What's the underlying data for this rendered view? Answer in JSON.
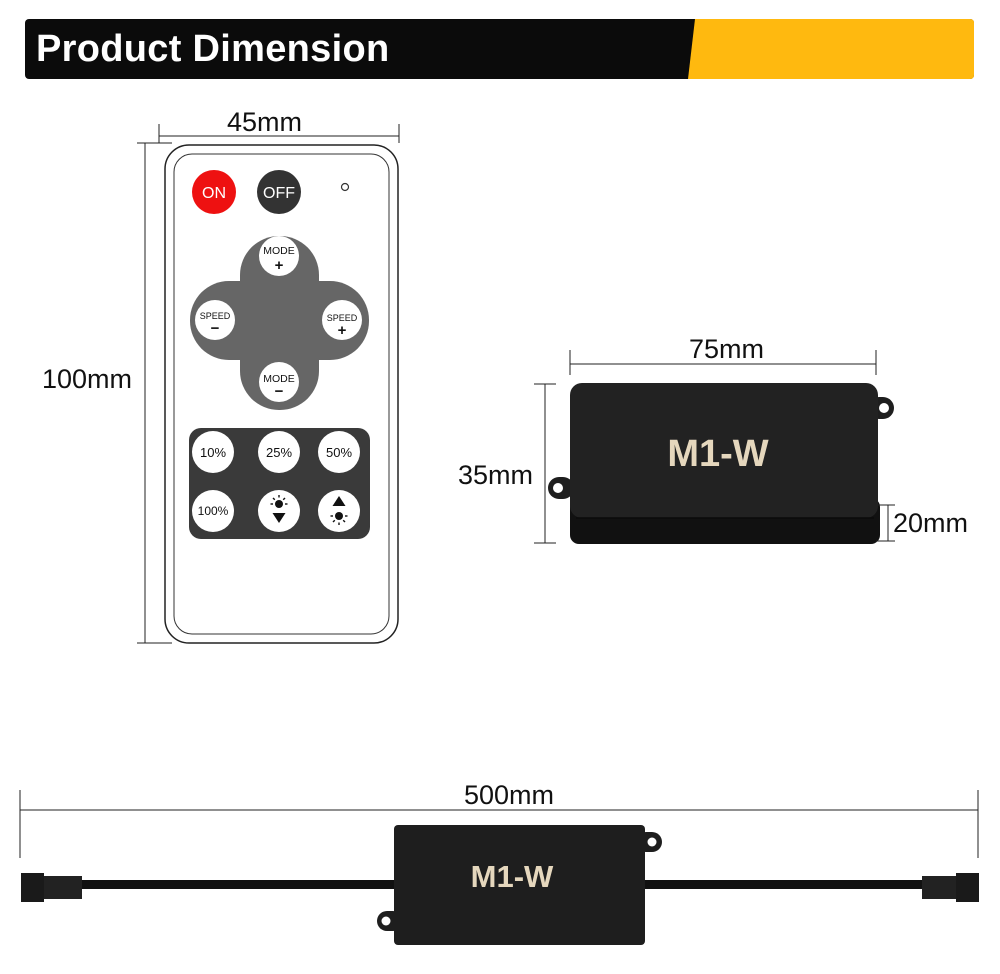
{
  "header": {
    "title": "Product Dimension",
    "colors": {
      "dark": "#0b0b0b",
      "accent": "#ffb90f"
    }
  },
  "remote": {
    "width_label": "45mm",
    "height_label": "100mm",
    "buttons": {
      "on": "ON",
      "off": "OFF",
      "mode": "MODE",
      "speed": "SPEED",
      "plus": "+",
      "minus": "−",
      "pct_10": "10%",
      "pct_25": "25%",
      "pct_50": "50%",
      "pct_100": "100%"
    },
    "icons": [
      "indicator-led-icon",
      "brightness-down-icon",
      "brightness-up-icon"
    ],
    "colors": {
      "on_button": "#ee1111",
      "off_button": "#333333",
      "pad": "#666666",
      "keypad": "#3a3a3a"
    }
  },
  "controller": {
    "model_label": "M1-W",
    "width_label": "75mm",
    "height_label": "35mm",
    "depth_label": "20mm",
    "colors": {
      "body": "#1e1e1e",
      "model_text": "#e5d7bd"
    }
  },
  "cable": {
    "length_label": "500mm",
    "model_label": "M1-W"
  }
}
